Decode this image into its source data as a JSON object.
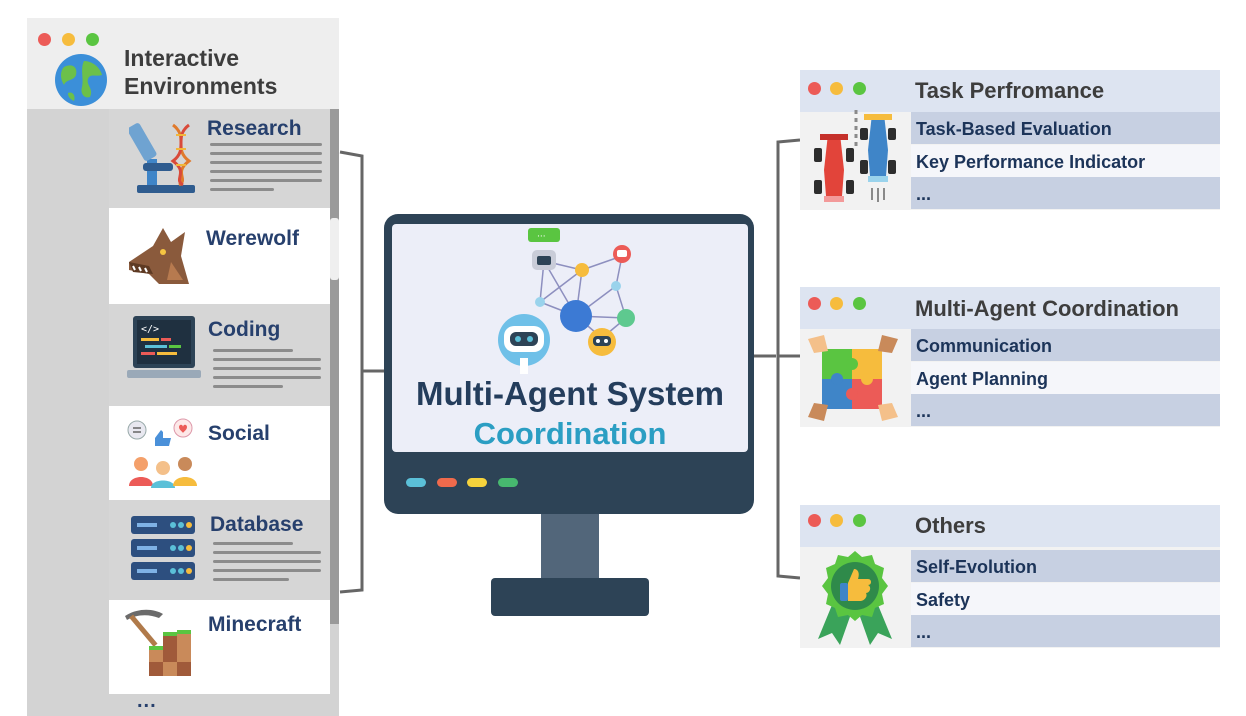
{
  "left_panel": {
    "title_line1": "Interactive",
    "title_line2": "Environments",
    "items": [
      {
        "label": "Research"
      },
      {
        "label": "Werewolf"
      },
      {
        "label": "Coding"
      },
      {
        "label": "Social"
      },
      {
        "label": "Database"
      },
      {
        "label": "Minecraft"
      }
    ],
    "more": "..."
  },
  "monitor": {
    "title_line1": "Multi-Agent System",
    "title_line2": "Coordination",
    "indicator_colors": [
      "#5bc0d8",
      "#ef6a4c",
      "#f6d33c",
      "#47b86f"
    ]
  },
  "right_panels": [
    {
      "title": "Task Perfromance",
      "rows": [
        "Task-Based Evaluation",
        "Key Performance Indicator",
        "..."
      ]
    },
    {
      "title": "Multi-Agent Coordination",
      "rows": [
        "Communication",
        "Agent Planning",
        "..."
      ]
    },
    {
      "title": "Others",
      "rows": [
        "Self-Evolution",
        "Safety",
        "..."
      ]
    }
  ],
  "colors": {
    "traffic_red": "#ec5b57",
    "traffic_yellow": "#f6bc3d",
    "traffic_green": "#5ac541",
    "navy_text": "#27406d",
    "teal_text": "#2b9ec3",
    "monitor_frame": "#2d4356"
  }
}
